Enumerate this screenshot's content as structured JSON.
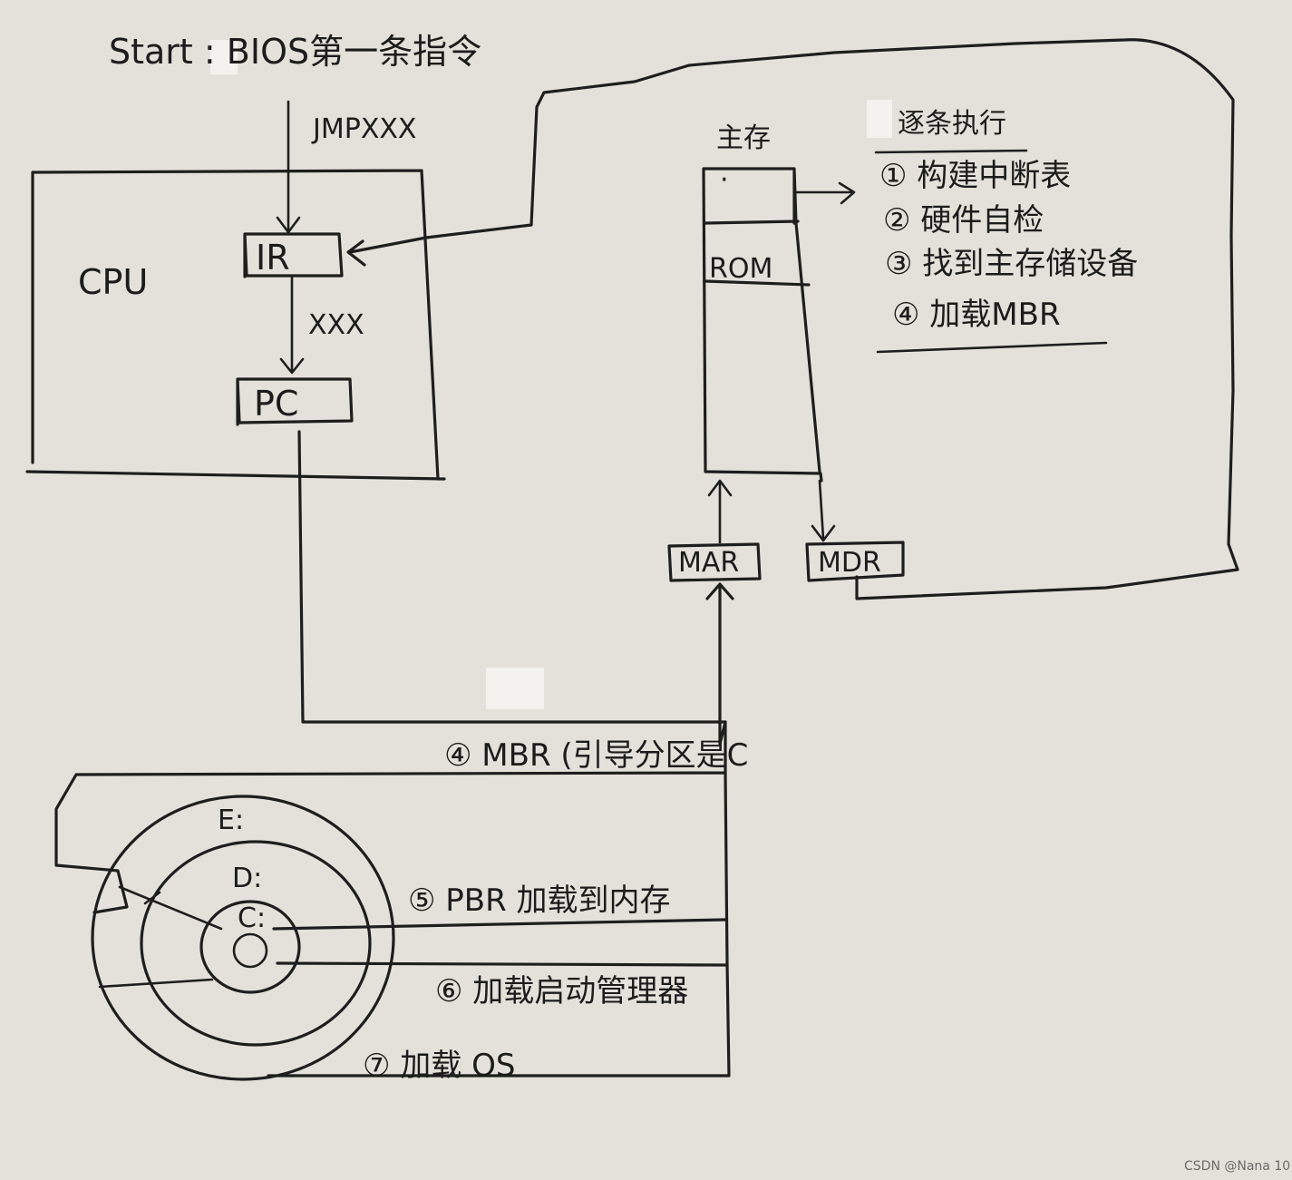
{
  "title": "Start : BIOS第一条指令",
  "cpu": {
    "label": "CPU",
    "ir_label": "IR",
    "pc_label": "PC",
    "jmp_label": "JMPXXX",
    "xxx_label": "XXX"
  },
  "memory": {
    "label": "主存",
    "rom_label": "ROM",
    "mar_label": "MAR",
    "mdr_label": "MDR"
  },
  "rom_steps": {
    "header": "逐条执行",
    "items": [
      "① 构建中断表",
      "② 硬件自检",
      "③ 找到主存储设备",
      "④ 加载MBR"
    ]
  },
  "disk": {
    "partitions": [
      "C:",
      "D:",
      "E:"
    ],
    "steps": [
      "④ MBR (引导分区是C",
      "⑤ PBR 加载到内存",
      "⑥ 加载启动管理器",
      "⑦ 加载 OS"
    ]
  },
  "watermark": "CSDN @Nana 10"
}
